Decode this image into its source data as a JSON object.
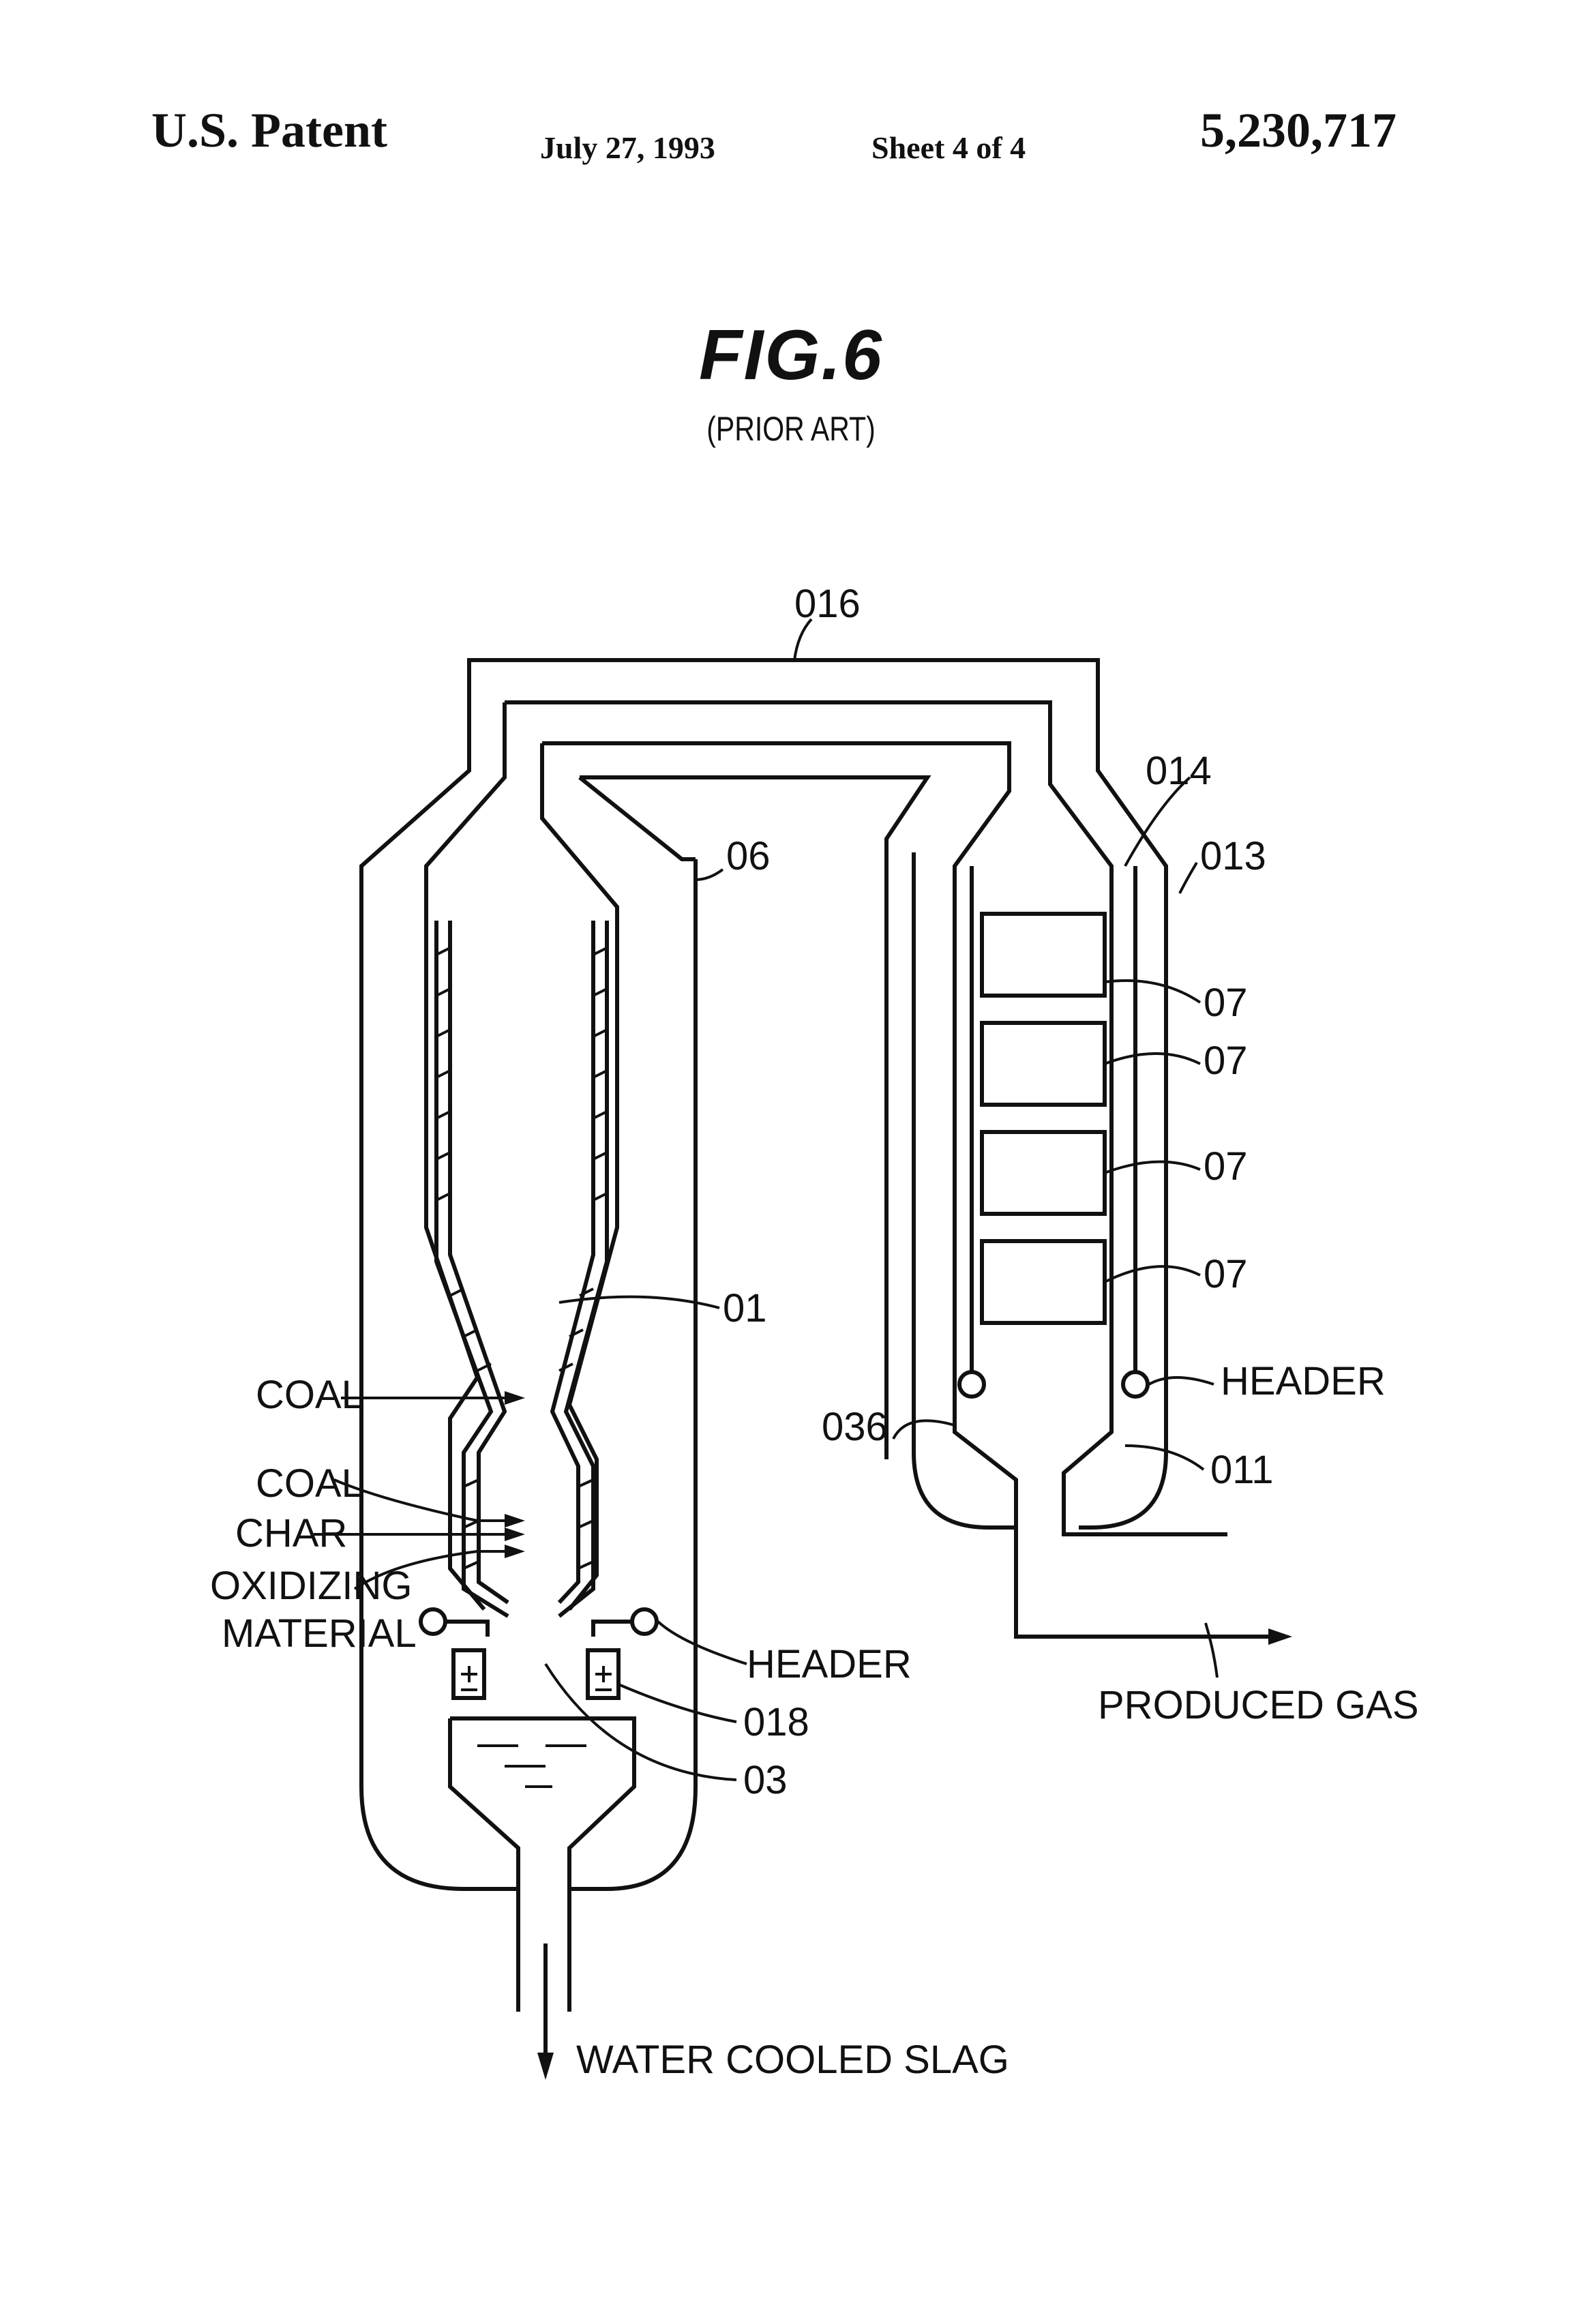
{
  "header": {
    "title": "U.S. Patent",
    "date": "July 27, 1993",
    "sheet": "Sheet 4 of 4",
    "patent_number": "5,230,717"
  },
  "figure": {
    "title": "FIG.6",
    "subtitle": "(PRIOR ART)"
  },
  "labels": {
    "ref_016": "016",
    "ref_014": "014",
    "ref_013": "013",
    "ref_06": "06",
    "ref_07a": "07",
    "ref_07b": "07",
    "ref_07c": "07",
    "ref_07d": "07",
    "ref_01": "01",
    "ref_036": "036",
    "ref_011": "011",
    "ref_018": "018",
    "ref_03": "03",
    "header_right": "HEADER",
    "header_left": "HEADER",
    "coal_top": "COAL",
    "coal": "COAL",
    "char": "CHAR",
    "oxidizing": "OXIDIZING",
    "material": "MATERIAL",
    "produced_gas": "PRODUCED GAS",
    "water_cooled_slag": "WATER COOLED SLAG"
  }
}
